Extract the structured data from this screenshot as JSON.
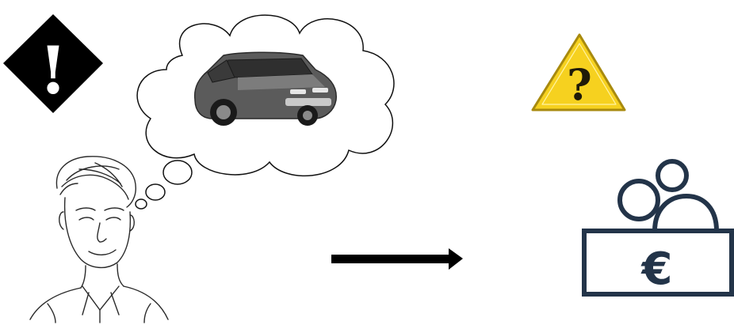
{
  "scene": {
    "warning_icon": {
      "symbol": "!",
      "icon": "exclamation-diamond-icon",
      "color": "#000000"
    },
    "question_icon": {
      "symbol": "?",
      "icon": "question-warning-triangle-icon",
      "fill_color": "#f6d11f",
      "stroke_color": "#a88a0e"
    },
    "thought_bubble": {
      "icon": "thought-cloud",
      "content": "car"
    },
    "person": {
      "icon": "man-sketch"
    },
    "arrow": {
      "icon": "right-arrow-icon",
      "color": "#000000"
    },
    "money_icon": {
      "symbol": "€",
      "icon": "coins-cashbox-icon",
      "color": "#233449"
    }
  }
}
